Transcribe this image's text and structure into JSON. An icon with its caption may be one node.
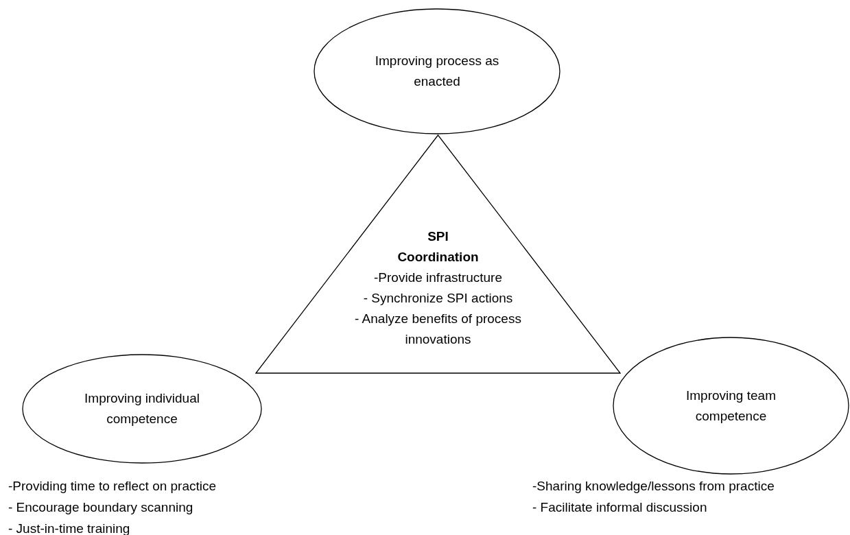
{
  "diagram": {
    "nodes": [
      {
        "text": [
          "Improving process as enacted"
        ]
      },
      {
        "text": [
          "SPI Coordination",
          "-Provide infrastructure",
          "- Synchronize SPI actions",
          "- Analyze benefits of process innovations"
        ]
      },
      {
        "text": [
          "Improving individual competence"
        ],
        "beside": [
          "-Providing time to reflect on practice",
          "- Encourage boundary scanning",
          "- Just-in-time training"
        ]
      },
      {
        "text": [
          "Improving team competence"
        ],
        "beside": [
          "-Sharing knowledge/lessons from practice",
          "- Facilitate informal discussion"
        ]
      }
    ]
  }
}
